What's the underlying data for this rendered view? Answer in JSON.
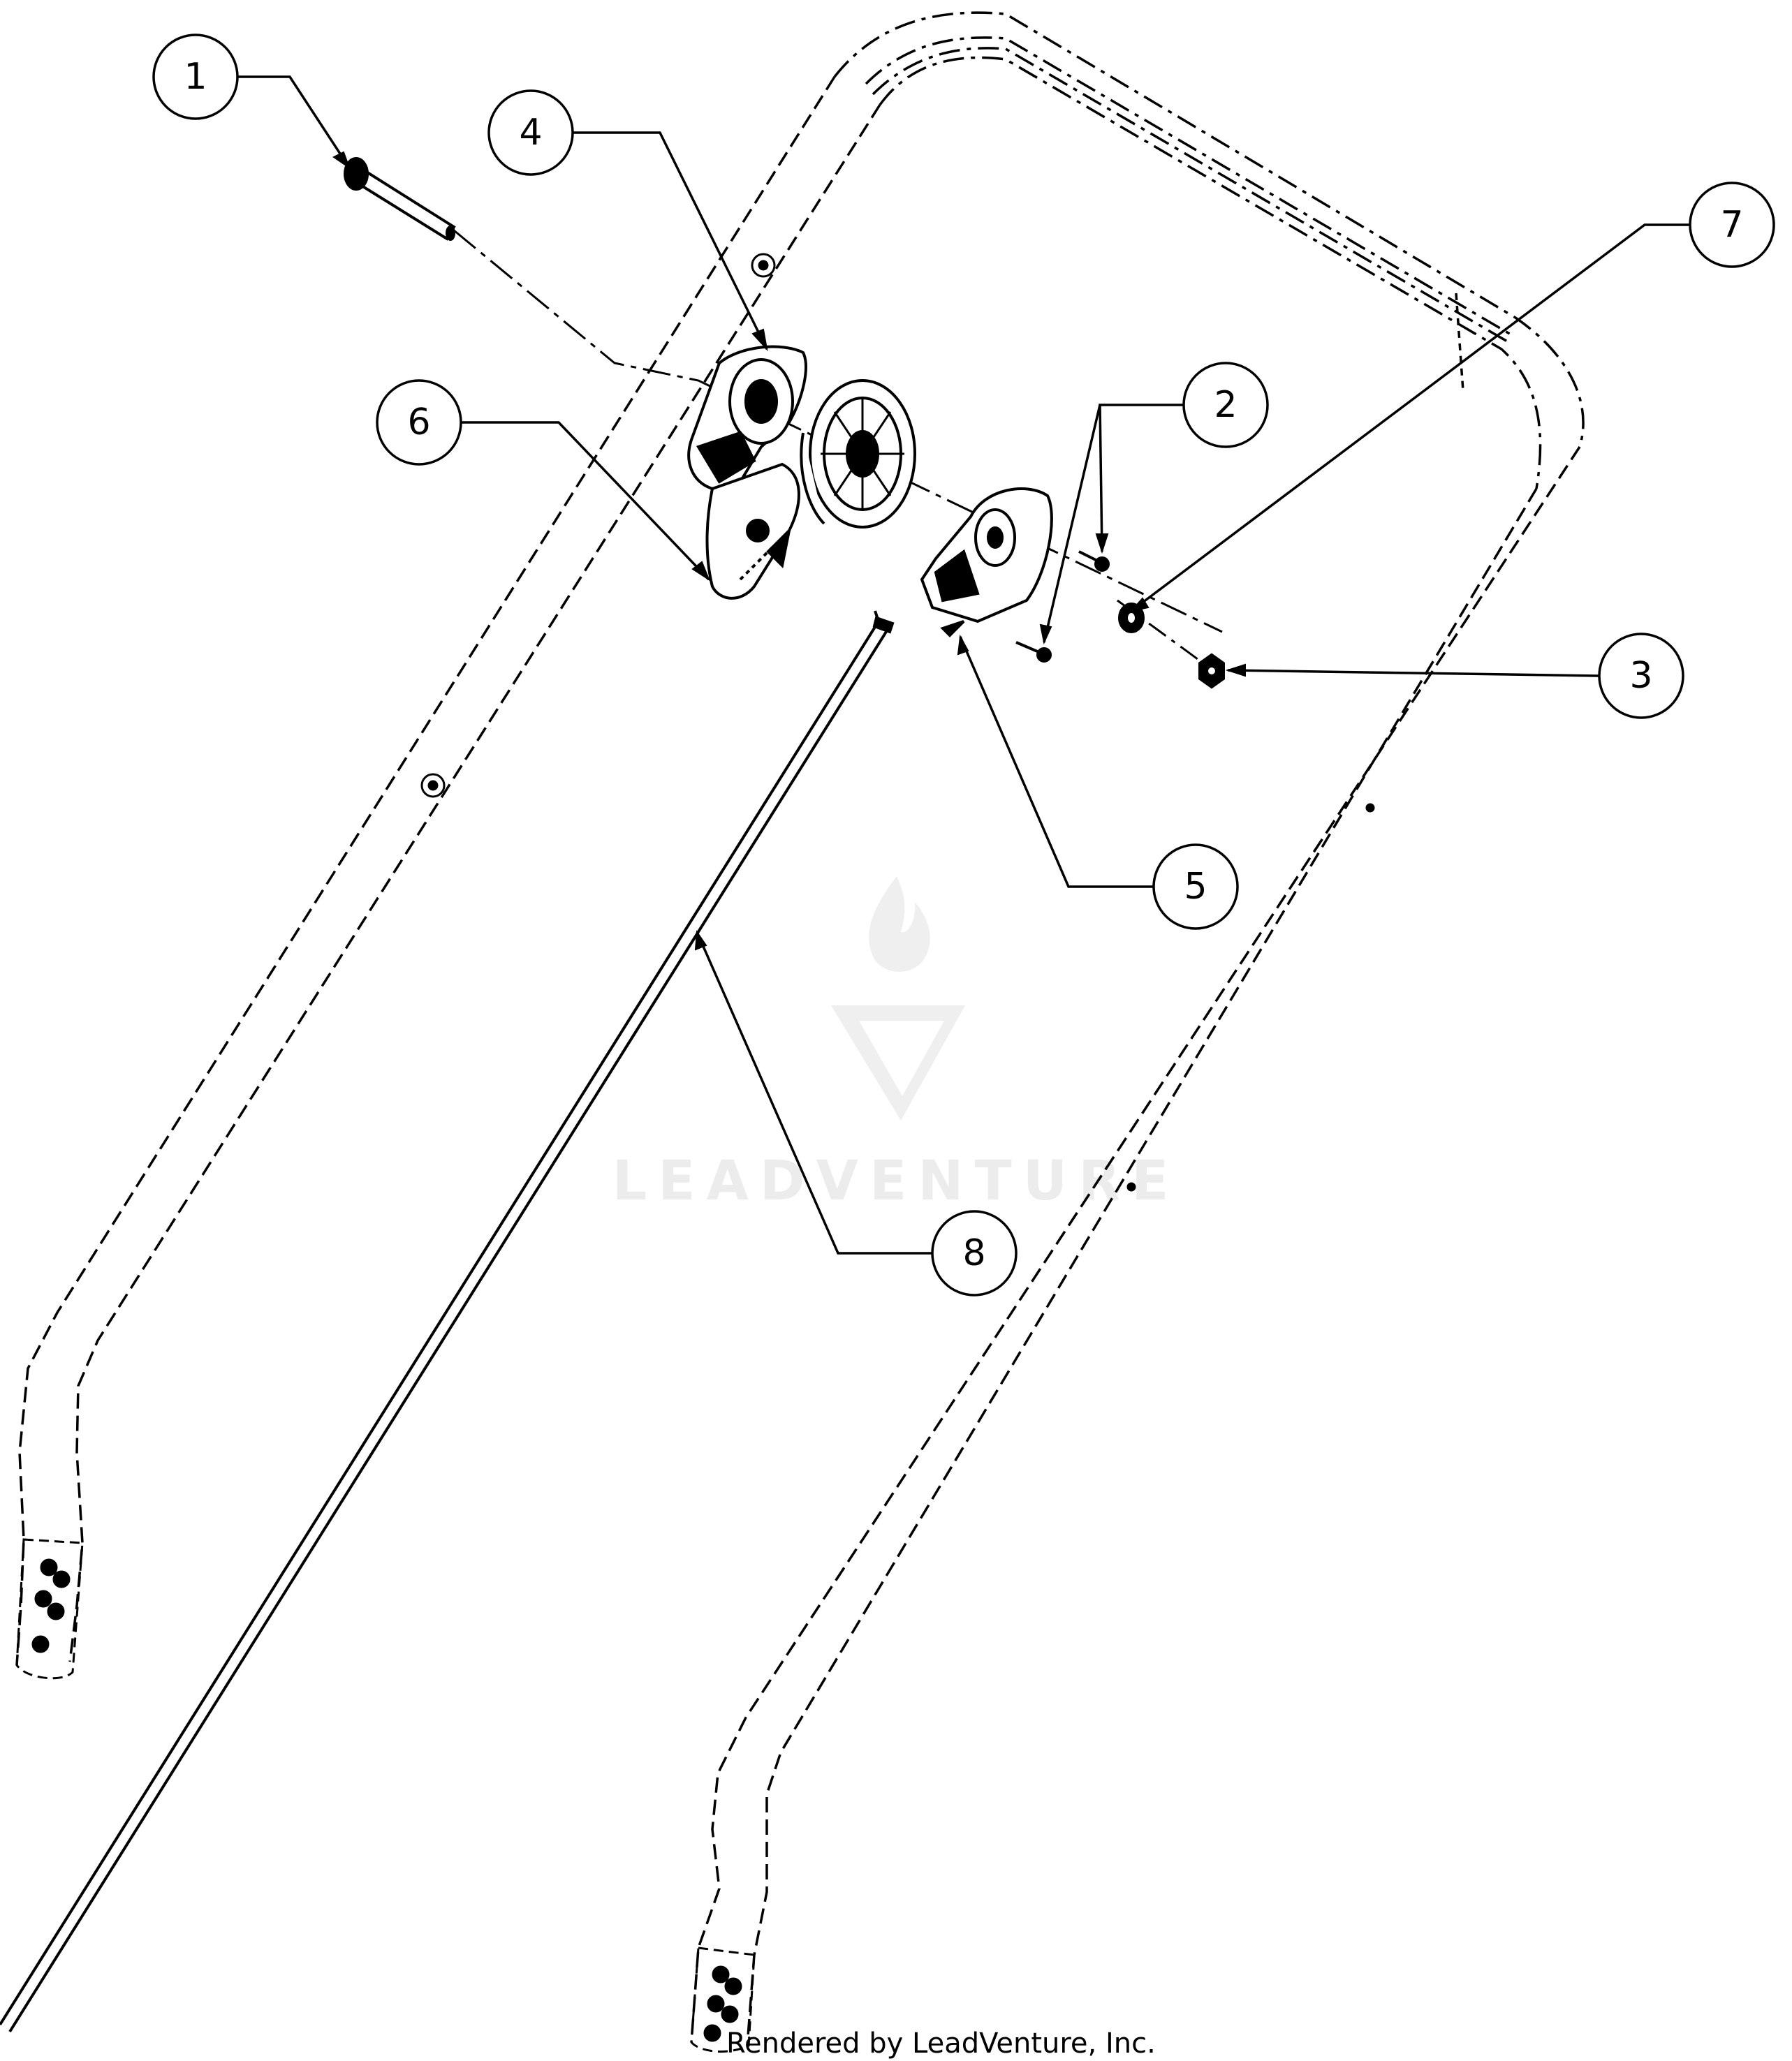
{
  "diagram": {
    "callouts": [
      {
        "id": "1",
        "label": "1"
      },
      {
        "id": "2",
        "label": "2"
      },
      {
        "id": "3",
        "label": "3"
      },
      {
        "id": "4",
        "label": "4"
      },
      {
        "id": "5",
        "label": "5"
      },
      {
        "id": "6",
        "label": "6"
      },
      {
        "id": "7",
        "label": "7"
      },
      {
        "id": "8",
        "label": "8"
      }
    ]
  },
  "watermark": {
    "text": "LEADVENTURE"
  },
  "footer": {
    "text": "Rendered by LeadVenture, Inc."
  }
}
